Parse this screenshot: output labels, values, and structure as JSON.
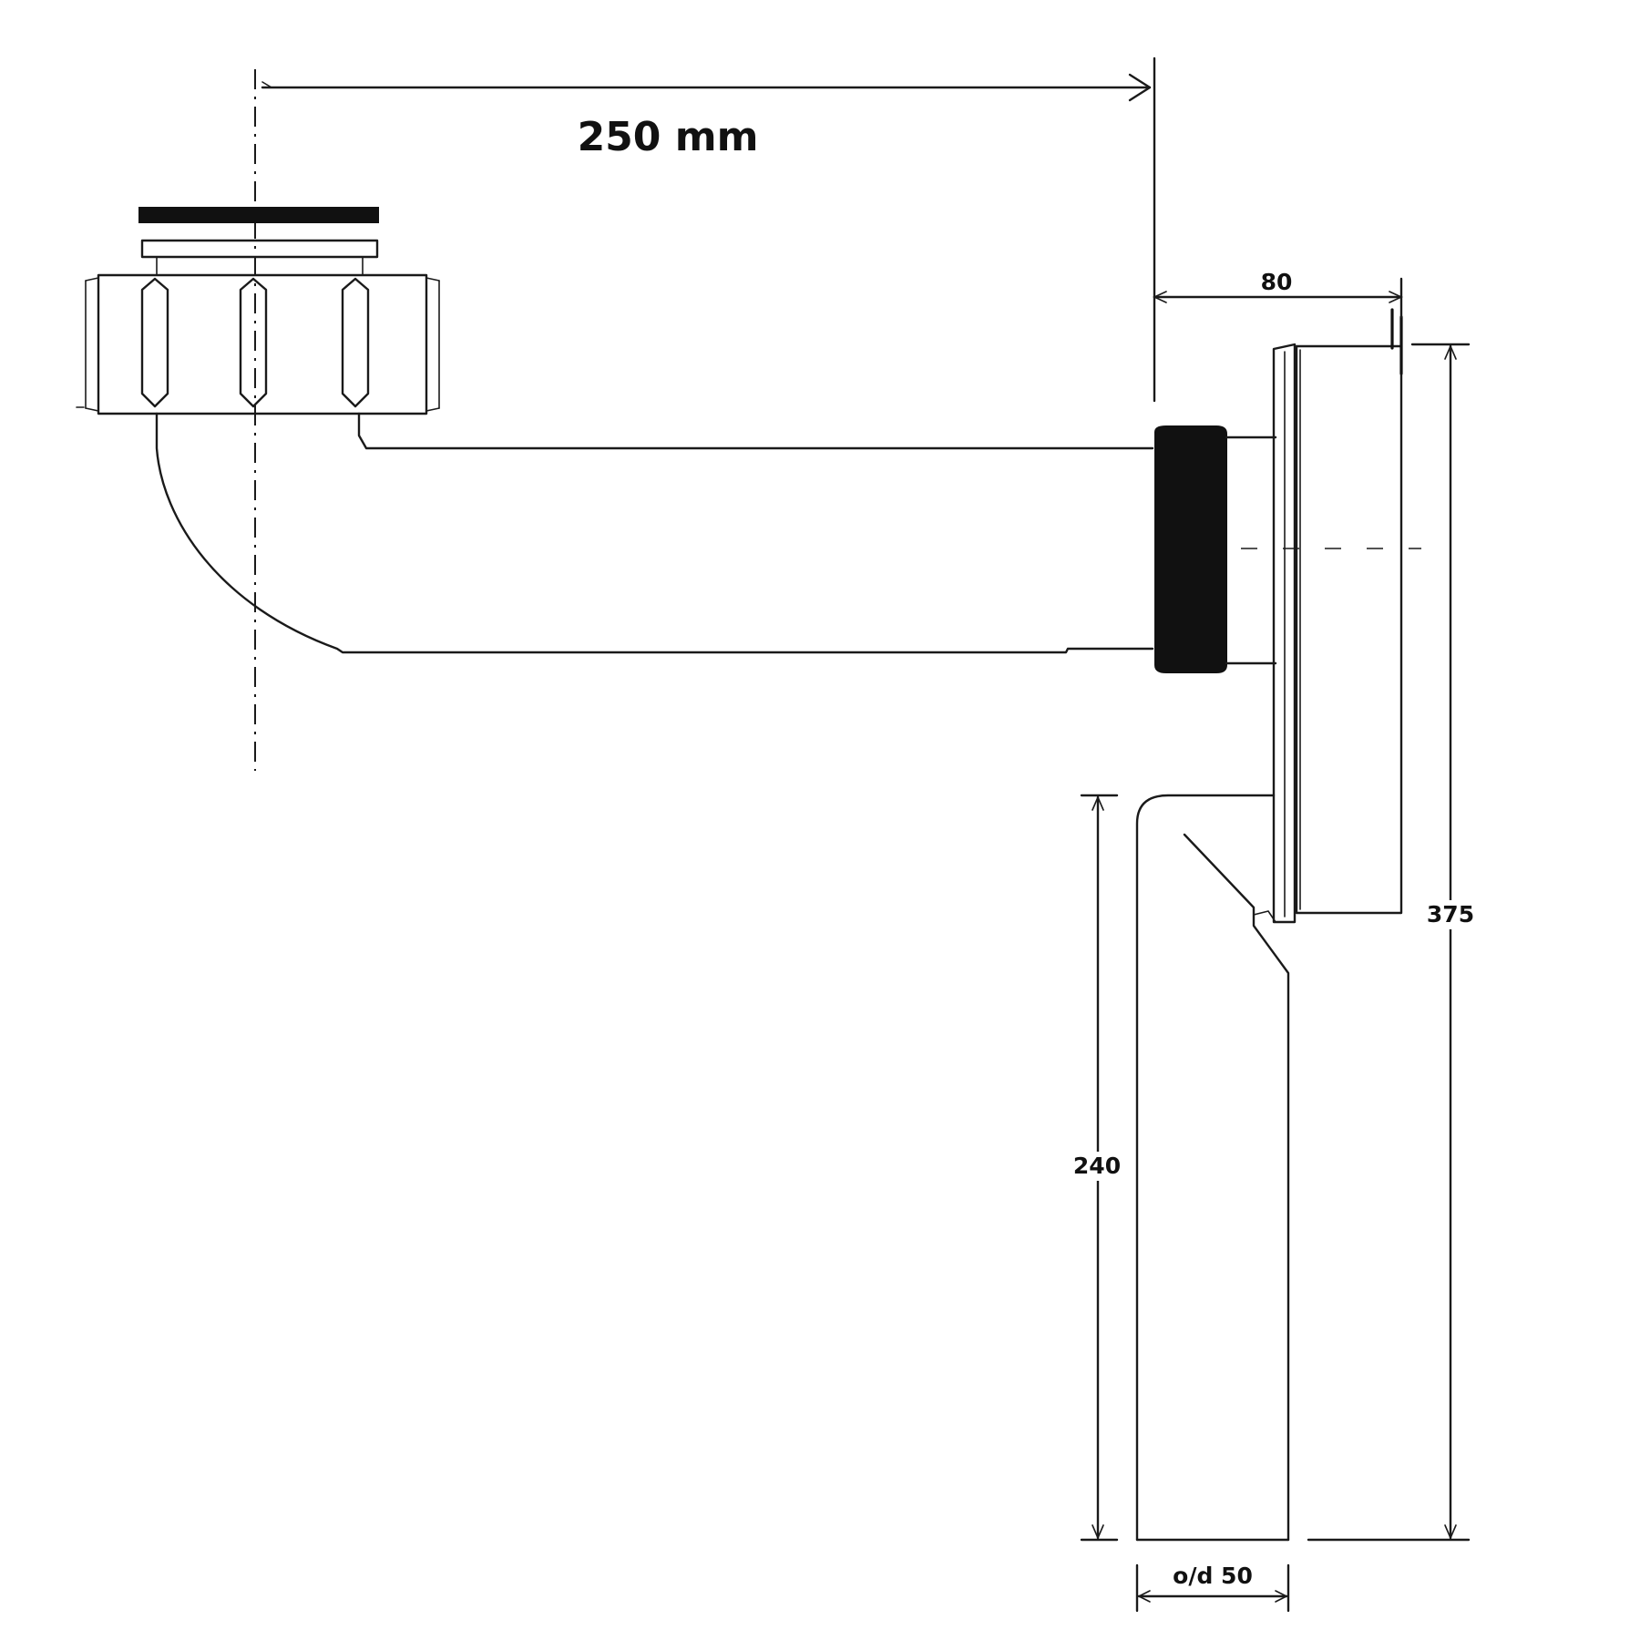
{
  "dimensions": {
    "horizontal_offset": "250 mm",
    "wall_depth": "80",
    "overall_height": "375",
    "outlet_height": "240",
    "outlet_diameter": "o/d 50"
  }
}
